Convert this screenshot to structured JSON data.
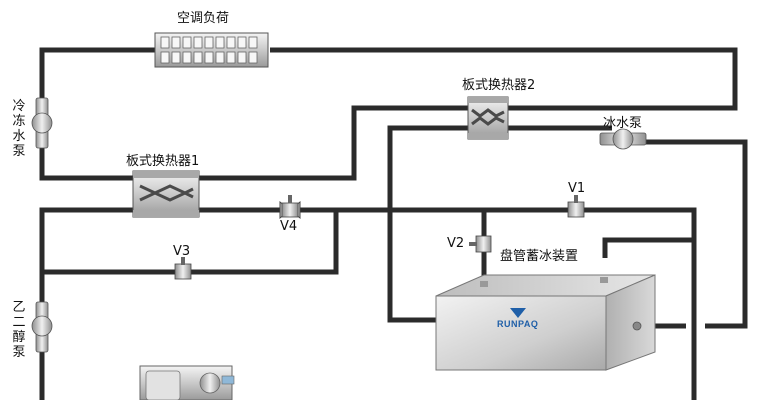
{
  "labels": {
    "ac_load": "空调负荷",
    "plate_hx_1": "板式换热器1",
    "plate_hx_2": "板式换热器2",
    "chilled_water_pump": "冷冻水泵",
    "ice_water_pump": "冰水泵",
    "glycol_pump": "乙二醇泵",
    "coil_ice_storage": "盘管蓄冰装置",
    "valve_v1": "V1",
    "valve_v2": "V2",
    "valve_v3": "V3",
    "valve_v4": "V4",
    "brand": "RUNPAQ"
  },
  "colors": {
    "pipe": "#2b2b2b",
    "equipment_fill": "#d8d8d8",
    "brand": "#1f5fa8"
  }
}
